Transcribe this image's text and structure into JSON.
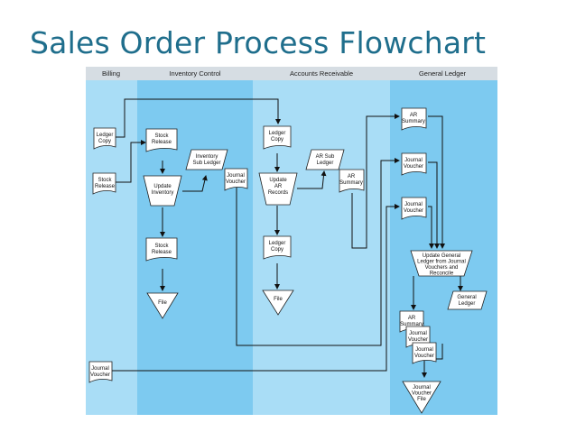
{
  "title": "Sales Order Process Flowchart",
  "lanes": [
    "Billing",
    "Inventory Control",
    "Accounts Receivable",
    "General Ledger"
  ],
  "nodes": {
    "ledger_copy_billing": [
      "Ledger",
      "Copy"
    ],
    "stock_release_billing": [
      "Stock",
      "Release"
    ],
    "journal_voucher_billing": [
      "Journal",
      "Voucher"
    ],
    "stock_release_ic": [
      "Stock",
      "Release"
    ],
    "inventory_sub_ledger": [
      "Inventory",
      "Sub Ledger"
    ],
    "update_inventory": [
      "Update",
      "Inventory"
    ],
    "journal_voucher_ic": [
      "Journal",
      "Voucher"
    ],
    "stock_release_ic_2": [
      "Stock",
      "Release"
    ],
    "file_ic": [
      "File"
    ],
    "ledger_copy_ar": [
      "Ledger",
      "Copy"
    ],
    "update_ar_records": [
      "Update",
      "AR",
      "Records"
    ],
    "ar_sub_ledger": [
      "AR Sub",
      "Ledger"
    ],
    "ar_summary_ar": [
      "AR",
      "Summary"
    ],
    "ledger_copy_ar_2": [
      "Ledger",
      "Copy"
    ],
    "file_ar": [
      "File"
    ],
    "ar_summary_gl": [
      "AR",
      "Summary"
    ],
    "journal_voucher_gl_1": [
      "Journal",
      "Voucher"
    ],
    "journal_voucher_gl_2": [
      "Journal",
      "Voucher"
    ],
    "update_general_ledger": [
      "Update General",
      "Ledger from Journal",
      "Vouchers and",
      "Reconcile"
    ],
    "general_ledger": [
      "General",
      "Ledger"
    ],
    "ar_summary_stack": [
      "AR",
      "Summary"
    ],
    "journal_voucher_stack_1": [
      "Journal",
      "Voucher"
    ],
    "journal_voucher_stack_2": [
      "Journal",
      "Voucher"
    ],
    "journal_voucher_file": [
      "Journal",
      "Voucher",
      "File"
    ]
  },
  "colors": {
    "title": "#1f6e8c",
    "header_band": "#d6dde3",
    "lane_light": "#a9ddf6",
    "lane_dark": "#7dcaf0"
  }
}
